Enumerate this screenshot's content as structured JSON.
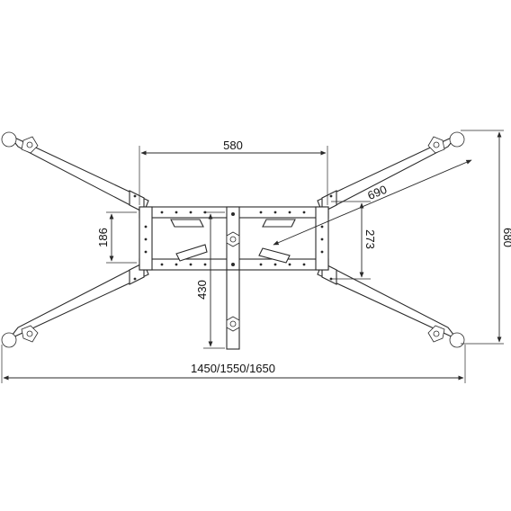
{
  "dimensions": {
    "width_inner": "580",
    "height_inner": "186",
    "depth_leg": "430",
    "diagonal": "690",
    "height_right": "273",
    "total_height": "680",
    "total_width": "1450/1550/1650"
  },
  "icons": {
    "foot": "swivel-foot-icon",
    "bolt": "bolt-icon"
  },
  "colors": {
    "stroke": "#2a2a2a",
    "background": "#ffffff"
  }
}
